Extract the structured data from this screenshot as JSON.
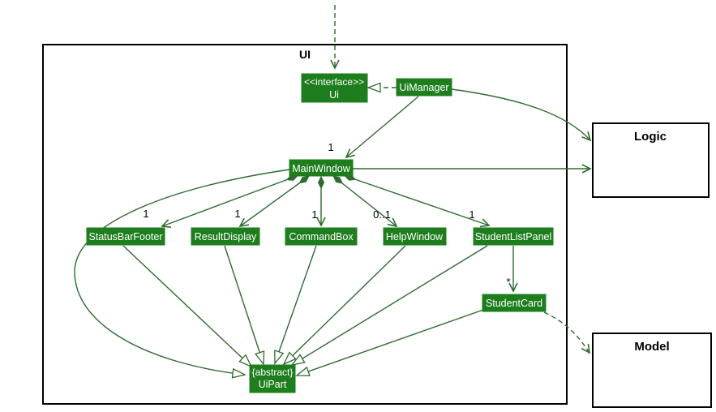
{
  "colors": {
    "class_fill": "#1e7e1e",
    "class_text": "#ffffff",
    "line": "#2e6b2e",
    "label_text": "#000000",
    "background": "#ffffff"
  },
  "containers": {
    "ui": {
      "label": "UI"
    }
  },
  "external_components": {
    "logic": {
      "label": "Logic"
    },
    "model": {
      "label": "Model"
    }
  },
  "classes": {
    "ui_interface": {
      "stereotype": "<<interface>>",
      "name": "Ui"
    },
    "ui_manager": {
      "name": "UiManager"
    },
    "main_window": {
      "name": "MainWindow"
    },
    "status_bar_footer": {
      "name": "StatusBarFooter"
    },
    "result_display": {
      "name": "ResultDisplay"
    },
    "command_box": {
      "name": "CommandBox"
    },
    "help_window": {
      "name": "HelpWindow"
    },
    "student_list_panel": {
      "name": "StudentListPanel"
    },
    "student_card": {
      "name": "StudentCard"
    },
    "ui_part": {
      "stereotype": "{abstract}",
      "name": "UiPart"
    }
  },
  "multiplicities": {
    "ui_manager_main_window": "1",
    "status_bar_footer": "1",
    "result_display": "1",
    "command_box": "1",
    "help_window": "0..1",
    "student_list_panel": "1",
    "student_card": "*"
  }
}
